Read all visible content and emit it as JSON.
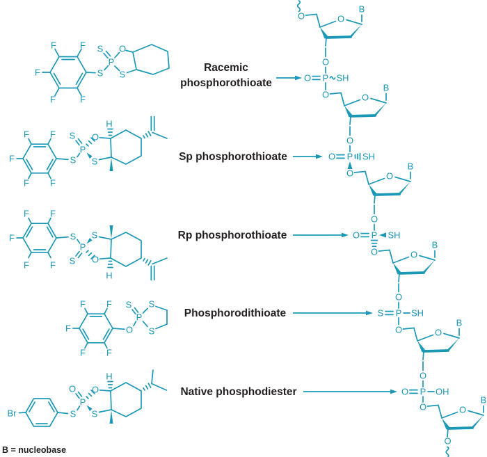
{
  "colors": {
    "structure_teal": "#1a98b6",
    "label_black": "#231f20",
    "background": "#ffffff"
  },
  "atoms": {
    "F": "F",
    "S": "S",
    "P": "P",
    "O": "O",
    "B": "B",
    "H": "H",
    "Br": "Br",
    "SH": "SH",
    "OH": "OH"
  },
  "rows": [
    {
      "name": "racemic-phosphorothioate",
      "label_lines": [
        "Racemic",
        "phosphorothioate"
      ]
    },
    {
      "name": "sp-phosphorothioate",
      "label_lines": [
        "Sp phosphorothioate"
      ]
    },
    {
      "name": "rp-phosphorothioate",
      "label_lines": [
        "Rp phosphorothioate"
      ]
    },
    {
      "name": "phosphorodithioate",
      "label_lines": [
        "Phosphorodithioate"
      ]
    },
    {
      "name": "native-phosphodiester",
      "label_lines": [
        "Native phosphodiester"
      ]
    }
  ],
  "footnote": "B = nucleobase"
}
